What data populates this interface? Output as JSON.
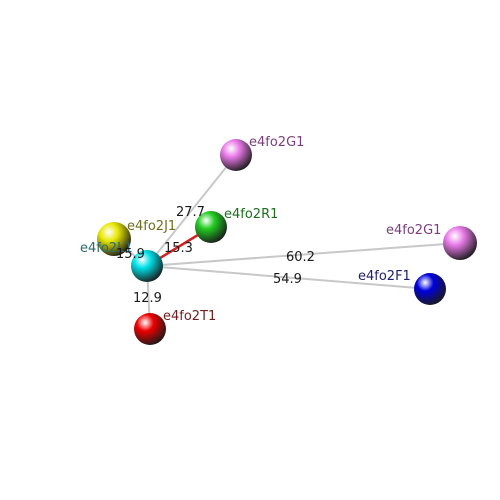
{
  "nodes": [
    {
      "id": "center",
      "label": "e4fo2L1",
      "color": "#00e0e8",
      "label_color": "#2a6a6e"
    },
    {
      "id": "g1a",
      "label": "e4fo2G1",
      "color": "#e97ae9",
      "label_color": "#7a3f7a"
    },
    {
      "id": "r1",
      "label": "e4fo2R1",
      "color": "#22cc22",
      "label_color": "#1e6e1e"
    },
    {
      "id": "j1",
      "label": "e4fo2J1",
      "color": "#e8e800",
      "label_color": "#6e6e1e"
    },
    {
      "id": "g1b",
      "label": "e4fo2G1",
      "color": "#e97ae9",
      "label_color": "#7a3f7a"
    },
    {
      "id": "f1",
      "label": "e4fo2F1",
      "color": "#0000dd",
      "label_color": "#1e1e6e"
    },
    {
      "id": "t1",
      "label": "e4fo2T1",
      "color": "#ee0000",
      "label_color": "#6e1e1e"
    }
  ],
  "edges": [
    {
      "from": "center",
      "to": "g1a",
      "distance": "27.7",
      "color": "#c8c8c8"
    },
    {
      "from": "center",
      "to": "r1",
      "distance": "15.3",
      "color": "#d42020"
    },
    {
      "from": "center",
      "to": "j1",
      "distance": "15.9",
      "color": "#c8c8c8"
    },
    {
      "from": "center",
      "to": "g1b",
      "distance": "60.2",
      "color": "#c8c8c8"
    },
    {
      "from": "center",
      "to": "f1",
      "distance": "54.9",
      "color": "#c8c8c8"
    },
    {
      "from": "center",
      "to": "t1",
      "distance": "12.9",
      "color": "#c8c8c8"
    }
  ]
}
